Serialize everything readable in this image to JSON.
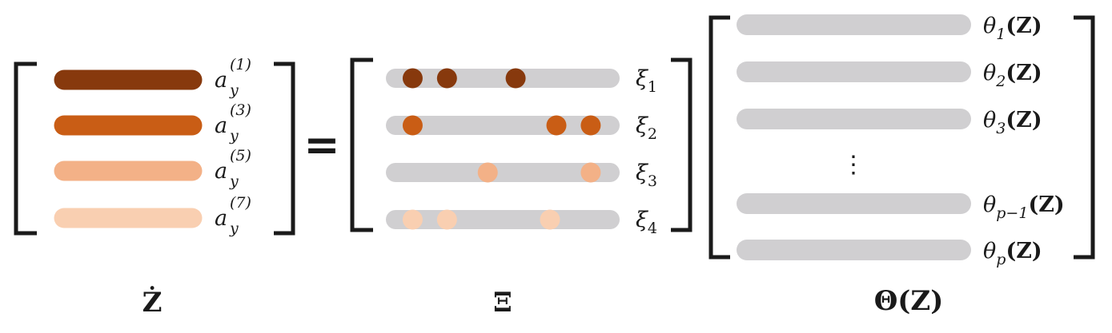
{
  "colors": {
    "bracket": "#1a1a1a",
    "track": "#d0cfd1",
    "row_1": "#87390d",
    "row_2": "#c95d15",
    "row_3": "#f3b187",
    "row_4": "#f9cfb1"
  },
  "zdot": {
    "caption": "Ż",
    "rows": [
      {
        "base": "a",
        "sub": "y",
        "sup": "(1)",
        "color_key": "row_1"
      },
      {
        "base": "a",
        "sub": "y",
        "sup": "(3)",
        "color_key": "row_2"
      },
      {
        "base": "a",
        "sub": "y",
        "sup": "(5)",
        "color_key": "row_3"
      },
      {
        "base": "a",
        "sub": "y",
        "sup": "(7)",
        "color_key": "row_4"
      }
    ]
  },
  "equals": "=",
  "xi": {
    "caption": "Ξ",
    "rows": [
      {
        "base": "ξ",
        "sub": "1",
        "color_key": "row_1",
        "dots": [
          0.08,
          0.24,
          0.56
        ]
      },
      {
        "base": "ξ",
        "sub": "2",
        "color_key": "row_2",
        "dots": [
          0.08,
          0.75,
          0.91
        ]
      },
      {
        "base": "ξ",
        "sub": "3",
        "color_key": "row_3",
        "dots": [
          0.43,
          0.91
        ]
      },
      {
        "base": "ξ",
        "sub": "4",
        "color_key": "row_4",
        "dots": [
          0.08,
          0.24,
          0.72
        ]
      }
    ]
  },
  "theta": {
    "caption": "Θ(Z)",
    "ellipsis": "⋮",
    "rows": [
      {
        "base": "θ",
        "sub": "1",
        "suffix": "(Z)"
      },
      {
        "base": "θ",
        "sub": "2",
        "suffix": "(Z)"
      },
      {
        "base": "θ",
        "sub": "3",
        "suffix": "(Z)"
      },
      {
        "base": "θ",
        "sub": "p−1",
        "suffix": "(Z)"
      },
      {
        "base": "θ",
        "sub": "p",
        "suffix": "(Z)"
      }
    ]
  }
}
